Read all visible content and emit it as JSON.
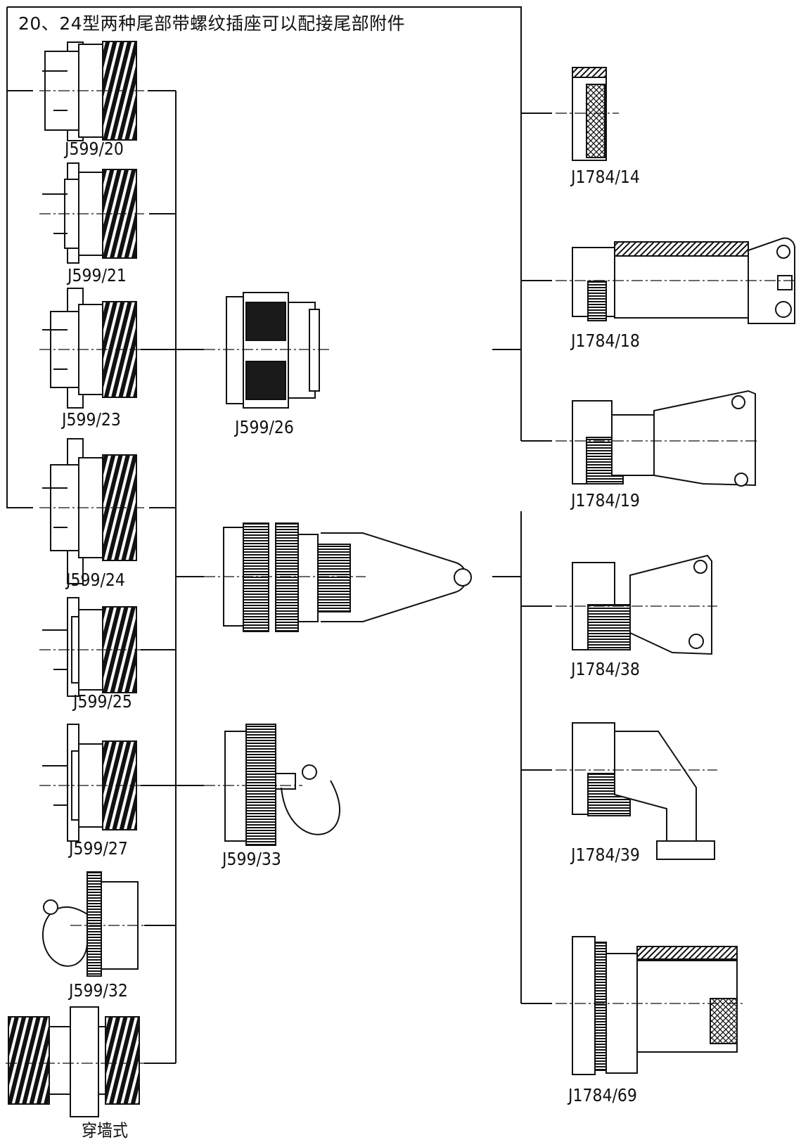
{
  "title": "20、24型两种尾部带螺纹插座可以配接尾部附件",
  "left_labels": [
    "J599/20",
    "J599/21",
    "J599/23",
    "J599/24",
    "J599/25",
    "J599/27",
    "J599/32",
    "穿墙式"
  ],
  "middle_labels": [
    "J599/26",
    "J599/33"
  ],
  "right_labels": [
    "J1784/14",
    "J1784/18",
    "J1784/19",
    "J1784/38",
    "J1784/39",
    "J1784/69"
  ],
  "colors": {
    "line": "#111111",
    "fill": "#ffffff",
    "dark": "#1a1a1a"
  }
}
